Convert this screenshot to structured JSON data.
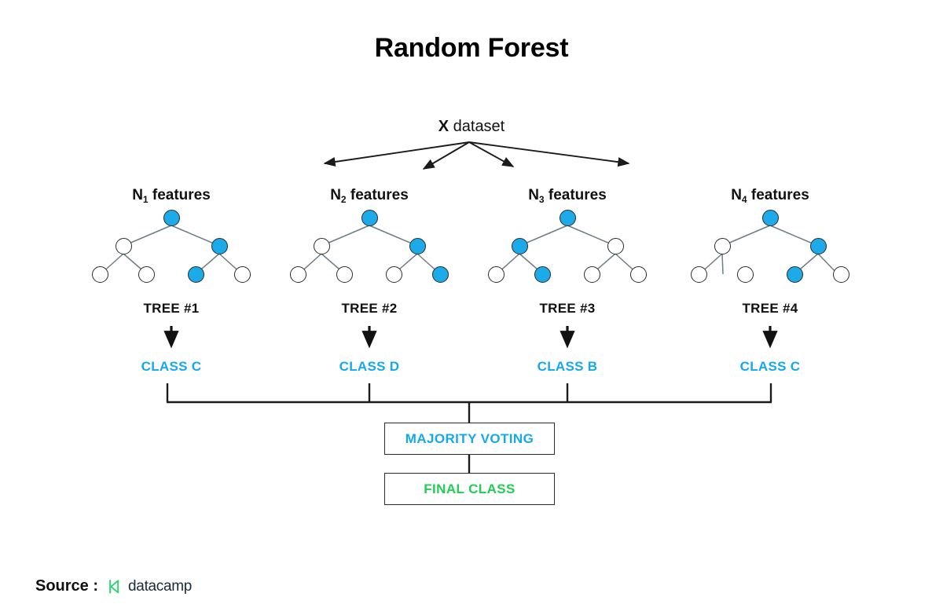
{
  "title": "Random Forest",
  "source_dataset": {
    "bold": "X",
    "regular": " dataset"
  },
  "trees": [
    {
      "feature_label_prefix": "N",
      "feature_label_sub": "1",
      "feature_label_suffix": " features",
      "caption": "TREE #1",
      "class": "CLASS C",
      "nodes": {
        "root": "blue",
        "level1": [
          "white",
          "blue"
        ],
        "leaves": [
          "white",
          "white",
          "blue",
          "white"
        ]
      }
    },
    {
      "feature_label_prefix": "N",
      "feature_label_sub": "2",
      "feature_label_suffix": " features",
      "caption": "TREE #2",
      "class": "CLASS D",
      "nodes": {
        "root": "blue",
        "level1": [
          "white",
          "blue"
        ],
        "leaves": [
          "white",
          "white",
          "white",
          "blue"
        ]
      }
    },
    {
      "feature_label_prefix": "N",
      "feature_label_sub": "3",
      "feature_label_suffix": " features",
      "caption": "TREE #3",
      "class": "CLASS B",
      "nodes": {
        "root": "blue",
        "level1": [
          "blue",
          "white"
        ],
        "leaves": [
          "white",
          "blue",
          "white",
          "white"
        ]
      }
    },
    {
      "feature_label_prefix": "N",
      "feature_label_sub": "4",
      "feature_label_suffix": " features",
      "caption": "TREE #4",
      "class": "CLASS C",
      "nodes": {
        "root": "blue",
        "level1": [
          "white",
          "blue"
        ],
        "leaves": [
          "white",
          "white",
          "blue",
          "white"
        ]
      }
    }
  ],
  "aggregation": {
    "majority_voting": "MAJORITY VOTING",
    "final_class": "FINAL CLASS"
  },
  "footer": {
    "source_label": "Source :",
    "brand": "datacamp"
  },
  "colors": {
    "node_blue": "#1CAAE8",
    "class_blue": "#14A8F0",
    "final_green": "#22CC55",
    "line": "#2b2b2b",
    "brand_green": "#33D17A",
    "wordmark": "#1a2b3c",
    "background": "#ffffff"
  }
}
